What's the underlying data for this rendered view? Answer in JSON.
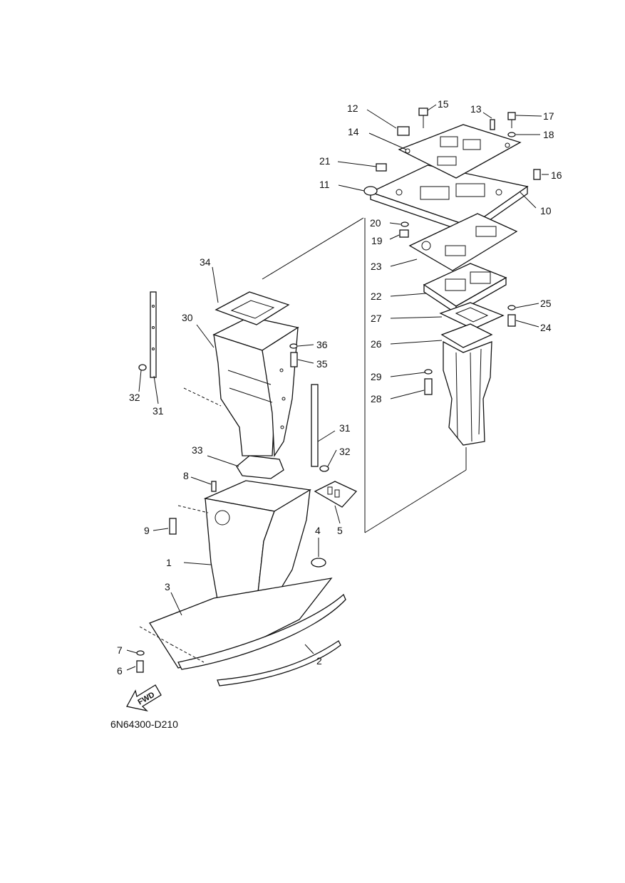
{
  "drawing_code": "6N64300-D210",
  "fwd_label": "FWD",
  "callouts": [
    {
      "id": "1",
      "text": "1"
    },
    {
      "id": "2",
      "text": "2"
    },
    {
      "id": "3",
      "text": "3"
    },
    {
      "id": "4",
      "text": "4"
    },
    {
      "id": "5",
      "text": "5"
    },
    {
      "id": "6",
      "text": "6"
    },
    {
      "id": "7",
      "text": "7"
    },
    {
      "id": "8",
      "text": "8"
    },
    {
      "id": "9",
      "text": "9"
    },
    {
      "id": "10",
      "text": "10"
    },
    {
      "id": "11",
      "text": "11"
    },
    {
      "id": "12",
      "text": "12"
    },
    {
      "id": "13",
      "text": "13"
    },
    {
      "id": "14",
      "text": "14"
    },
    {
      "id": "15",
      "text": "15"
    },
    {
      "id": "16",
      "text": "16"
    },
    {
      "id": "17",
      "text": "17"
    },
    {
      "id": "18",
      "text": "18"
    },
    {
      "id": "19",
      "text": "19"
    },
    {
      "id": "20",
      "text": "20"
    },
    {
      "id": "21",
      "text": "21"
    },
    {
      "id": "22",
      "text": "22"
    },
    {
      "id": "23",
      "text": "23"
    },
    {
      "id": "24",
      "text": "24"
    },
    {
      "id": "25",
      "text": "25"
    },
    {
      "id": "26",
      "text": "26"
    },
    {
      "id": "27",
      "text": "27"
    },
    {
      "id": "28",
      "text": "28"
    },
    {
      "id": "29",
      "text": "29"
    },
    {
      "id": "30",
      "text": "30"
    },
    {
      "id": "31a",
      "text": "31"
    },
    {
      "id": "31b",
      "text": "31"
    },
    {
      "id": "32a",
      "text": "32"
    },
    {
      "id": "32b",
      "text": "32"
    },
    {
      "id": "33",
      "text": "33"
    },
    {
      "id": "34",
      "text": "34"
    },
    {
      "id": "35",
      "text": "35"
    },
    {
      "id": "36",
      "text": "36"
    }
  ]
}
